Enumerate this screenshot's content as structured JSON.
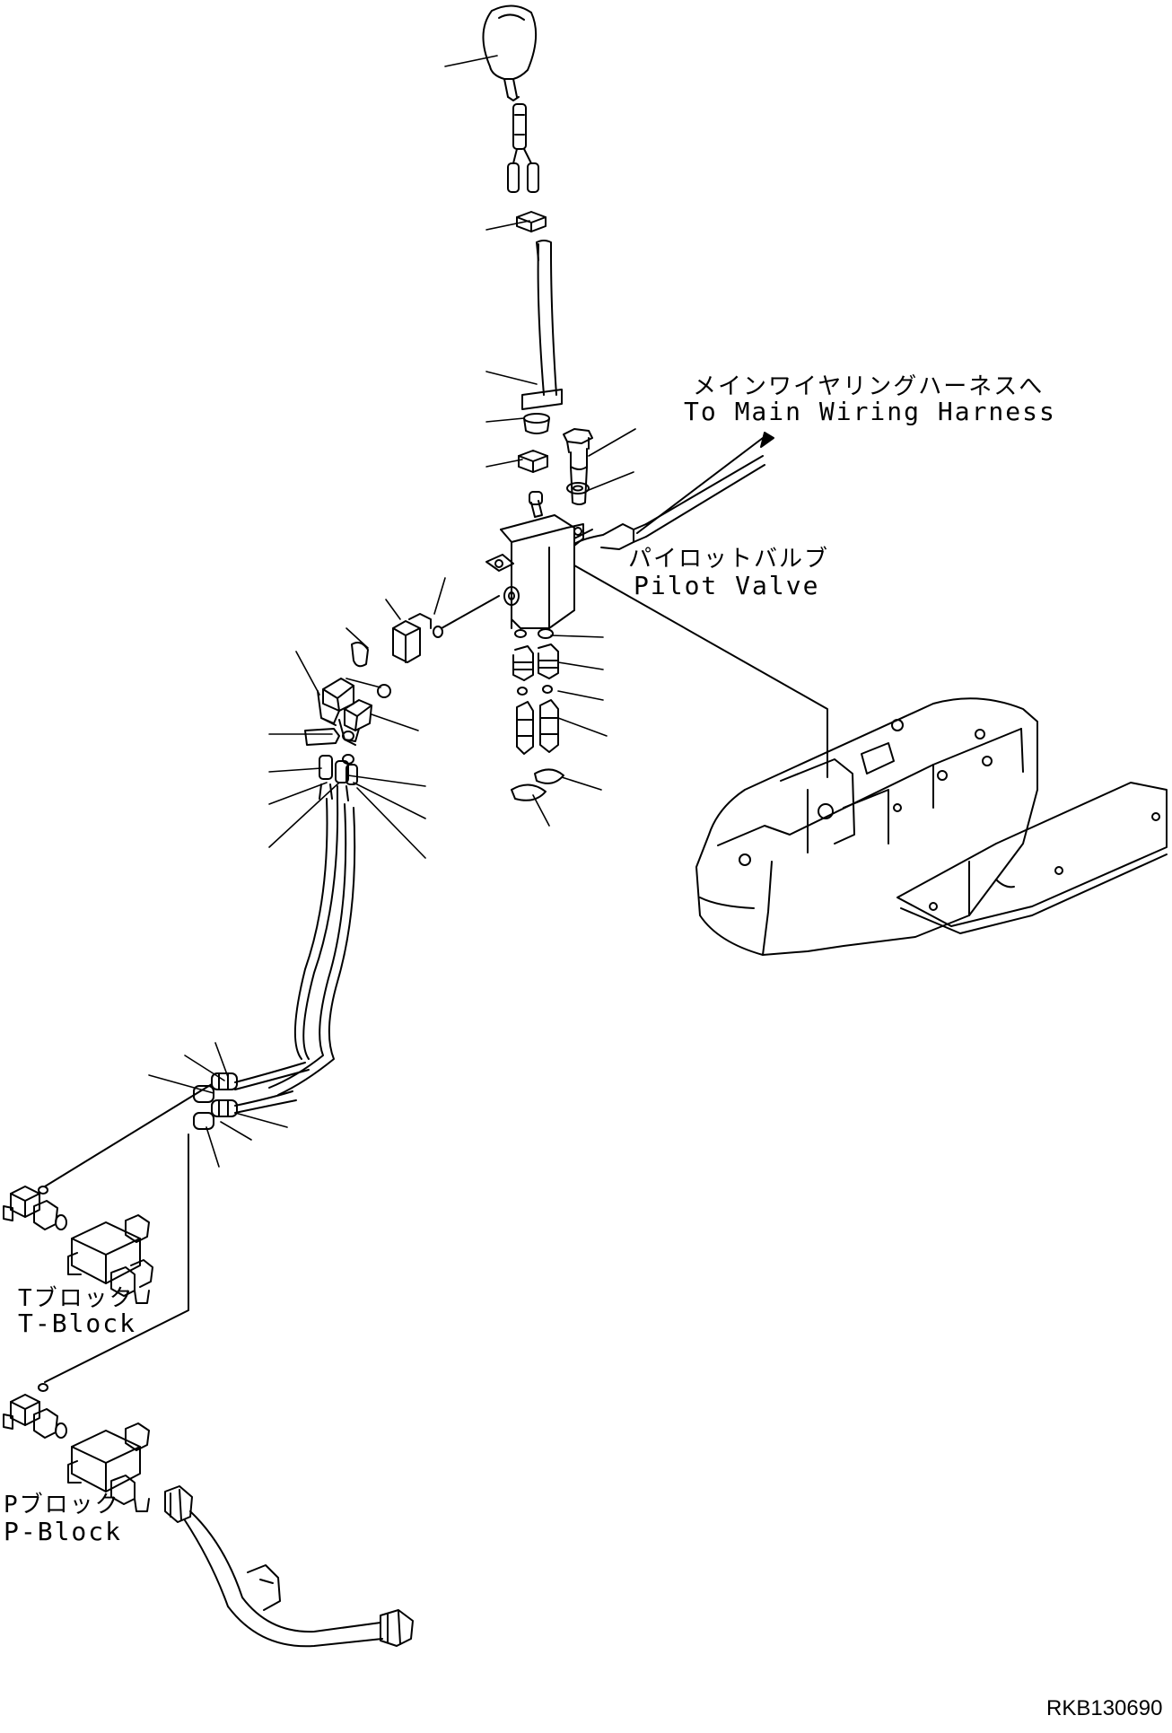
{
  "labels": {
    "wiring_harness_jp": "メインワイヤリングハーネスへ",
    "wiring_harness_en": "To Main Wiring Harness",
    "pilot_valve_jp": "パイロットバルブ",
    "pilot_valve_en": "Pilot Valve",
    "t_block_jp": "Tブロック",
    "t_block_en": "T-Block",
    "p_block_jp": "Pブロック",
    "p_block_en": "P-Block"
  },
  "drawing_code": "RKB130690"
}
